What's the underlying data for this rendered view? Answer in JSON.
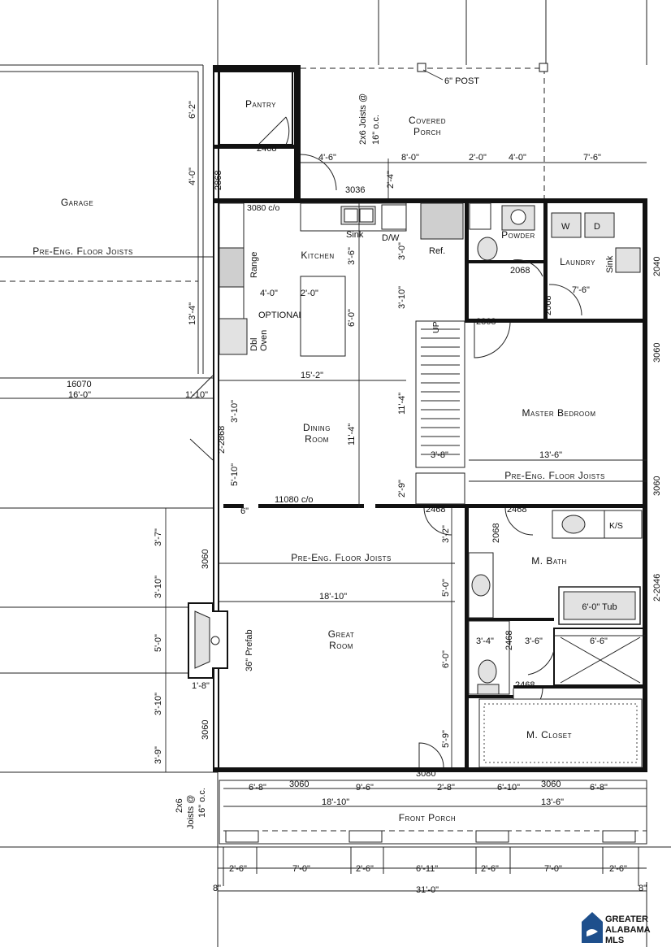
{
  "rooms": {
    "garage": "Garage",
    "pantry": "Pantry",
    "covered_porch_1": "Covered",
    "covered_porch_2": "Porch",
    "kitchen": "Kitchen",
    "powder": "Powder",
    "laundry": "Laundry",
    "dining_1": "Dining",
    "dining_2": "Room",
    "master_bedroom": "Master Bedroom",
    "m_bath": "M. Bath",
    "great_room_1": "Great",
    "great_room_2": "Room",
    "m_closet": "M. Closet",
    "front_porch": "Front Porch"
  },
  "labels": {
    "pre_eng_1": "Pre-Eng. Floor Joists",
    "pre_eng_2": "Pre-Eng. Floor Joists",
    "pre_eng_3": "Pre-Eng. Floor Joists",
    "post": "6\" POST",
    "joists_top_1": "2x6 Joists @",
    "joists_top_2": "16\" o.c.",
    "joists_bottom_1": "2x6",
    "joists_bottom_2": "Joists @",
    "joists_bottom_3": "16\" o.c.",
    "sink": "Sink",
    "dw": "D/W",
    "ref": "Ref.",
    "range": "Range",
    "optional": "OPTIONAL",
    "dbl": "Dbl",
    "oven": "Oven",
    "up": "UP",
    "w": "W",
    "d": "D",
    "laundry_sink": "Sink",
    "ks": "K/S",
    "tub": "6'-0\" Tub",
    "fireplace_1": "36\" Prefab",
    "c_o_1": "3080 c/o",
    "c_o_2": "11080 c/o"
  },
  "dimensions": {
    "d_6_2": "6'-2\"",
    "d_2468_a": "2468",
    "d_2868_a": "2868",
    "d_2868_b": "2868",
    "d_4_0_v": "4'-0\"",
    "d_4_6": "4'-6\"",
    "d_8_0": "8'-0\"",
    "d_2_0": "2'-0\"",
    "d_4_0": "4'-0\"",
    "d_7_6_a": "7'-6\"",
    "d_2_4": "2'-4\"",
    "d_3036": "3036",
    "d_13_4": "13'-4\"",
    "d_3_6": "3'-6\"",
    "d_3_0": "3'-0\"",
    "d_2068_a": "2068",
    "d_2040": "2040",
    "d_4_0_k": "4'-0\"",
    "d_2_0_k": "2'-0\"",
    "d_6_0_k": "6'-0\"",
    "d_3_10_a": "3'-10\"",
    "d_2068_b": "2068",
    "d_7_6_b": "7'-6\"",
    "d_2868_c": "2868",
    "d_16070": "16070",
    "d_16_0": "16'-0\"",
    "d_1_10": "1'-10\"",
    "d_15_2": "15'-2\"",
    "d_3060_a": "3060",
    "d_3_10_b": "3'-10\"",
    "d_2_2868": "2-2868",
    "d_11_4_a": "11'-4\"",
    "d_11_4_b": "11'-4\"",
    "d_5_10": "5'-10\"",
    "d_3_8": "3'-8\"",
    "d_13_6_a": "13'-6\"",
    "d_3060_b": "3060",
    "d_2_9": "2'-9\"",
    "d_6": "6\"",
    "d_2468_b": "2468",
    "d_2468_c": "2468",
    "d_3_7": "3'-7\"",
    "d_3_2": "3'-2\"",
    "d_2068_c": "2068",
    "d_3060_c": "3060",
    "d_3_10_c": "3'-10\"",
    "d_5_0_a": "5'-0\"",
    "d_2_2046": "2-2046",
    "d_18_10_a": "18'-10\"",
    "d_5_0_b": "5'-0\"",
    "d_2468_d": "2468",
    "d_3_4": "3'-4\"",
    "d_3_6_b": "3'-6\"",
    "d_6_6": "6'-6\"",
    "d_1_8": "1'-8\"",
    "d_6_0_g": "6'-0\"",
    "d_2468_e": "2468",
    "d_3_10_d": "3'-10\"",
    "d_3060_d": "3060",
    "d_5_9": "5'-9\"",
    "d_3_9": "3'-9\"",
    "d_3080": "3080",
    "d_6_8_a": "6'-8\"",
    "d_3060_e": "3060",
    "d_9_6": "9'-6\"",
    "d_2_8": "2'-8\"",
    "d_6_10": "6'-10\"",
    "d_3060_f": "3060",
    "d_6_8_b": "6'-8\"",
    "d_18_10_b": "18'-10\"",
    "d_13_6_b": "13'-6\"",
    "b_2_6_a": "2'-6\"",
    "b_7_0_a": "7'-0\"",
    "b_2_6_b": "2'-6\"",
    "b_6_11": "6'-11\"",
    "b_2_6_c": "2'-6\"",
    "b_7_0_b": "7'-0\"",
    "b_2_6_d": "2'-6\"",
    "b_8_a": "8\"",
    "b_31_0": "31'-0\"",
    "b_8_b": "8\""
  },
  "logo": {
    "line1": "GREATER",
    "line2": "ALABAMA",
    "line3": "MLS",
    "color": "#1e4f8c"
  }
}
